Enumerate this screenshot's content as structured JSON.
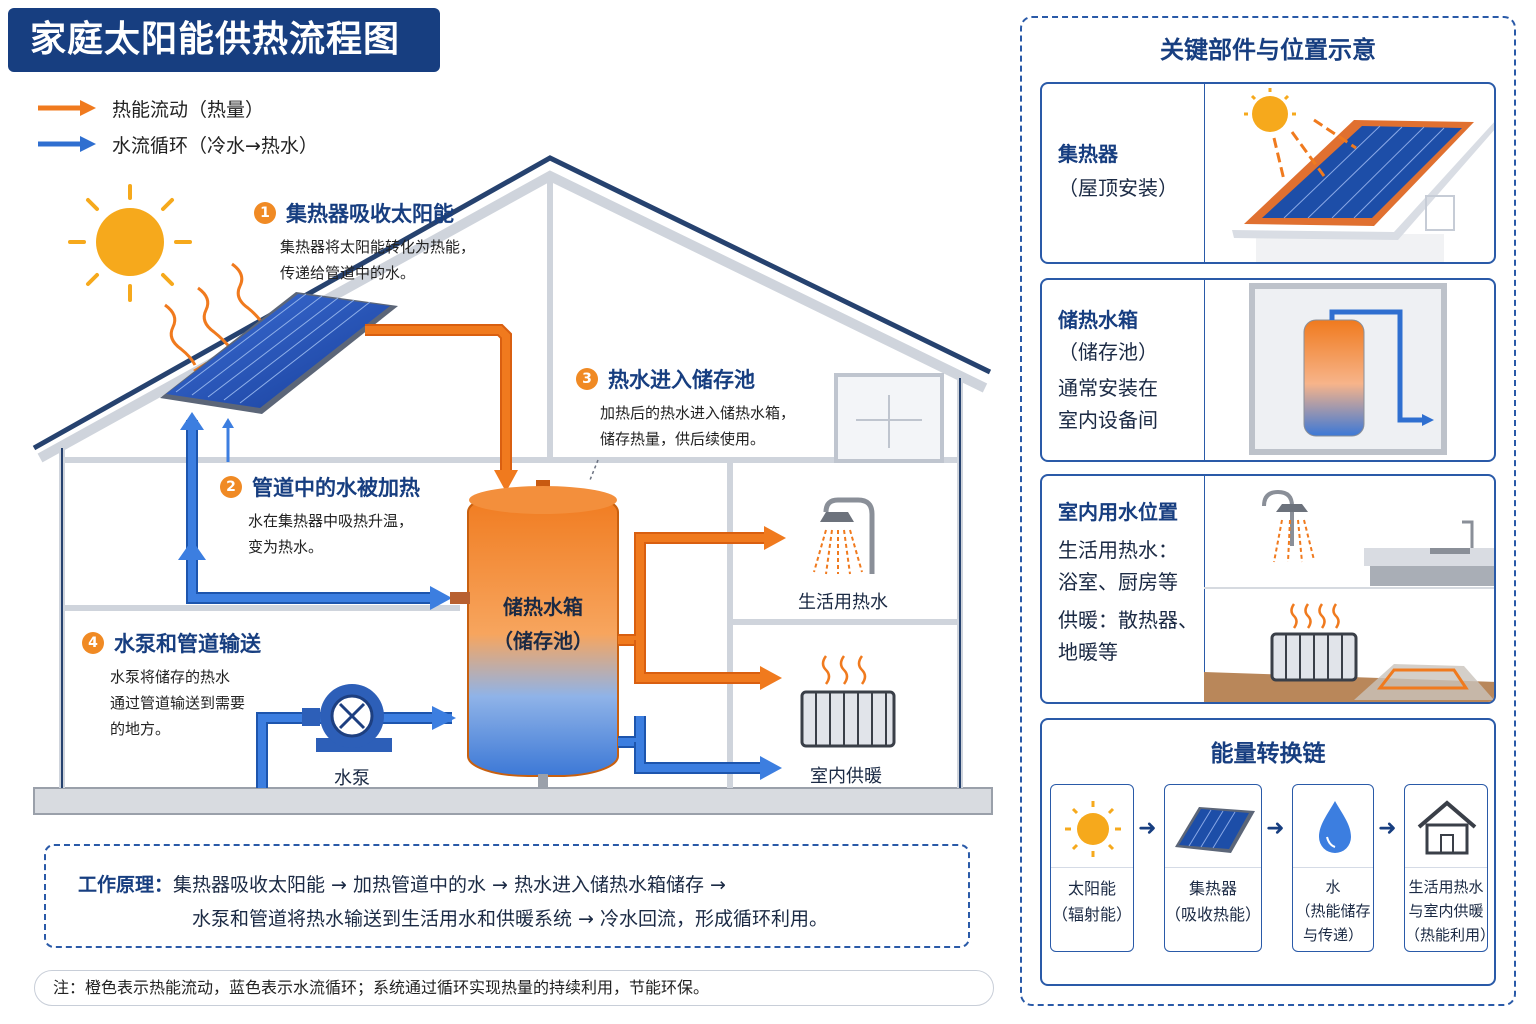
{
  "title": "家庭太阳能供热流程图",
  "legend": {
    "heat": "热能流动（热量）",
    "water": "水流循环（冷水→热水）"
  },
  "steps": [
    {
      "num": "1",
      "title": "集热器吸收太阳能",
      "desc1": "集热器将太阳能转化为热能，",
      "desc2": "传递给管道中的水。"
    },
    {
      "num": "2",
      "title": "管道中的水被加热",
      "desc1": "水在集热器中吸热升温，",
      "desc2": "变为热水。"
    },
    {
      "num": "3",
      "title": "热水进入储存池",
      "desc1": "加热后的热水进入储热水箱，",
      "desc2": "储存热量，供后续使用。"
    },
    {
      "num": "4",
      "title": "水泵和管道输送",
      "desc1": "水泵将储存的热水",
      "desc2": "通过管道输送到需要",
      "desc3": "的地方。"
    }
  ],
  "tank": {
    "line1": "储热水箱",
    "line2": "（储存池）"
  },
  "labels": {
    "pump": "水泵",
    "hot_water": "生活用热水",
    "heating": "室内供暖"
  },
  "principle": {
    "key": "工作原理：",
    "line1": "集热器吸收太阳能  →  加热管道中的水  →  热水进入储热水箱储存  →",
    "line2": "水泵和管道将热水输送到生活用水和供暖系统  →  冷水回流，形成循环利用。"
  },
  "note": "注：橙色表示热能流动，蓝色表示水流循环；系统通过循环实现热量的持续利用，节能环保。",
  "right_panel": {
    "title": "关键部件与位置示意",
    "cards": [
      {
        "title": "集热器",
        "sub": "（屋顶安装）"
      },
      {
        "title": "储热水箱",
        "sub": "（储存池）",
        "extra1": "通常安装在",
        "extra2": "室内设备间"
      },
      {
        "title": "室内用水位置",
        "l1": "生活用热水：",
        "l2": "浴室、厨房等",
        "l3": "供暖：散热器、",
        "l4": "地暖等"
      }
    ],
    "chain": {
      "title": "能量转换链",
      "items": [
        {
          "l1": "太阳能",
          "l2": "（辐射能）"
        },
        {
          "l1": "集热器",
          "l2": "（吸收热能）"
        },
        {
          "l1": "水",
          "l2": "（热能储存",
          "l3": "与传递）"
        },
        {
          "l1": "生活用热水",
          "l2": "与室内供暖",
          "l3": "（热能利用）"
        }
      ]
    }
  },
  "colors": {
    "primary": "#173e80",
    "heat": "#f07a1e",
    "water": "#2f6fd0",
    "sun": "#f6a91c"
  }
}
